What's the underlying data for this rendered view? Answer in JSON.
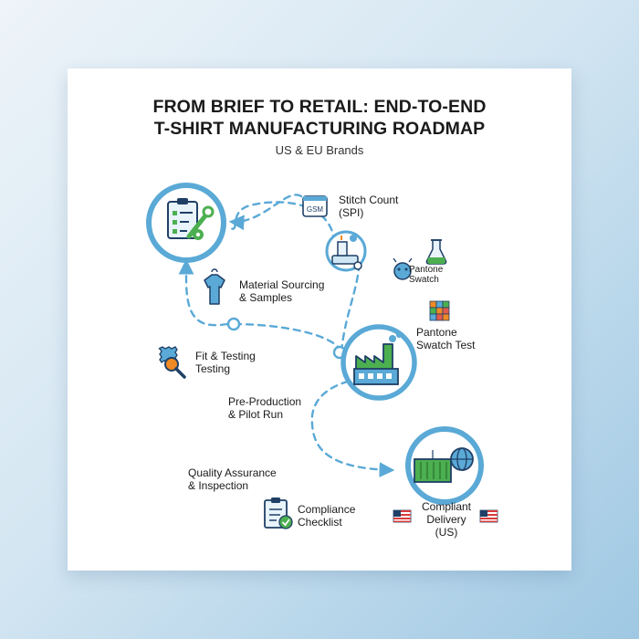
{
  "title_line1": "FROM BRIEF TO RETAIL: END-TO-END",
  "title_line2": "T-SHIRT MANUFACTURING ROADMAP",
  "subtitle": "US & EU Brands",
  "stages": {
    "stitch_count": {
      "line1": "Stitch Count",
      "line2": "(SPI)",
      "icon_text": "GSM"
    },
    "pantone_small": {
      "line1": "Pantone",
      "line2": "Swatch"
    },
    "material": {
      "line1": "Material Sourcing",
      "line2": "& Samples"
    },
    "pantone_test": {
      "line1": "Pantone",
      "line2": "Swatch Test"
    },
    "fit": {
      "line1": "Fit & Testing",
      "line2": "Testing"
    },
    "preproduction": {
      "line1": "Pre-Production",
      "line2": "& Pilot Run"
    },
    "quality": {
      "line1": "Quality Assurance",
      "line2": "& Inspection"
    },
    "compliance": {
      "line1": "Compliance",
      "line2": "Checklist"
    },
    "delivery": {
      "line1": "Compliant",
      "line2": "Delivery (US)"
    }
  },
  "colors": {
    "path": "#5aa9d6",
    "ring": "#5aa9d6",
    "green": "#4caf50",
    "navy": "#1f3f66",
    "orange": "#f08a24"
  },
  "icons": [
    "checklist-wrench-icon",
    "t-shirt-icon",
    "sewing-machine-icon",
    "gsm-tag-icon",
    "flask-icon",
    "color-blob-icon",
    "color-grid-icon",
    "magnifier-swatch-icon",
    "factory-icon",
    "container-globe-icon",
    "compliance-checklist-icon",
    "us-flag-icon"
  ]
}
